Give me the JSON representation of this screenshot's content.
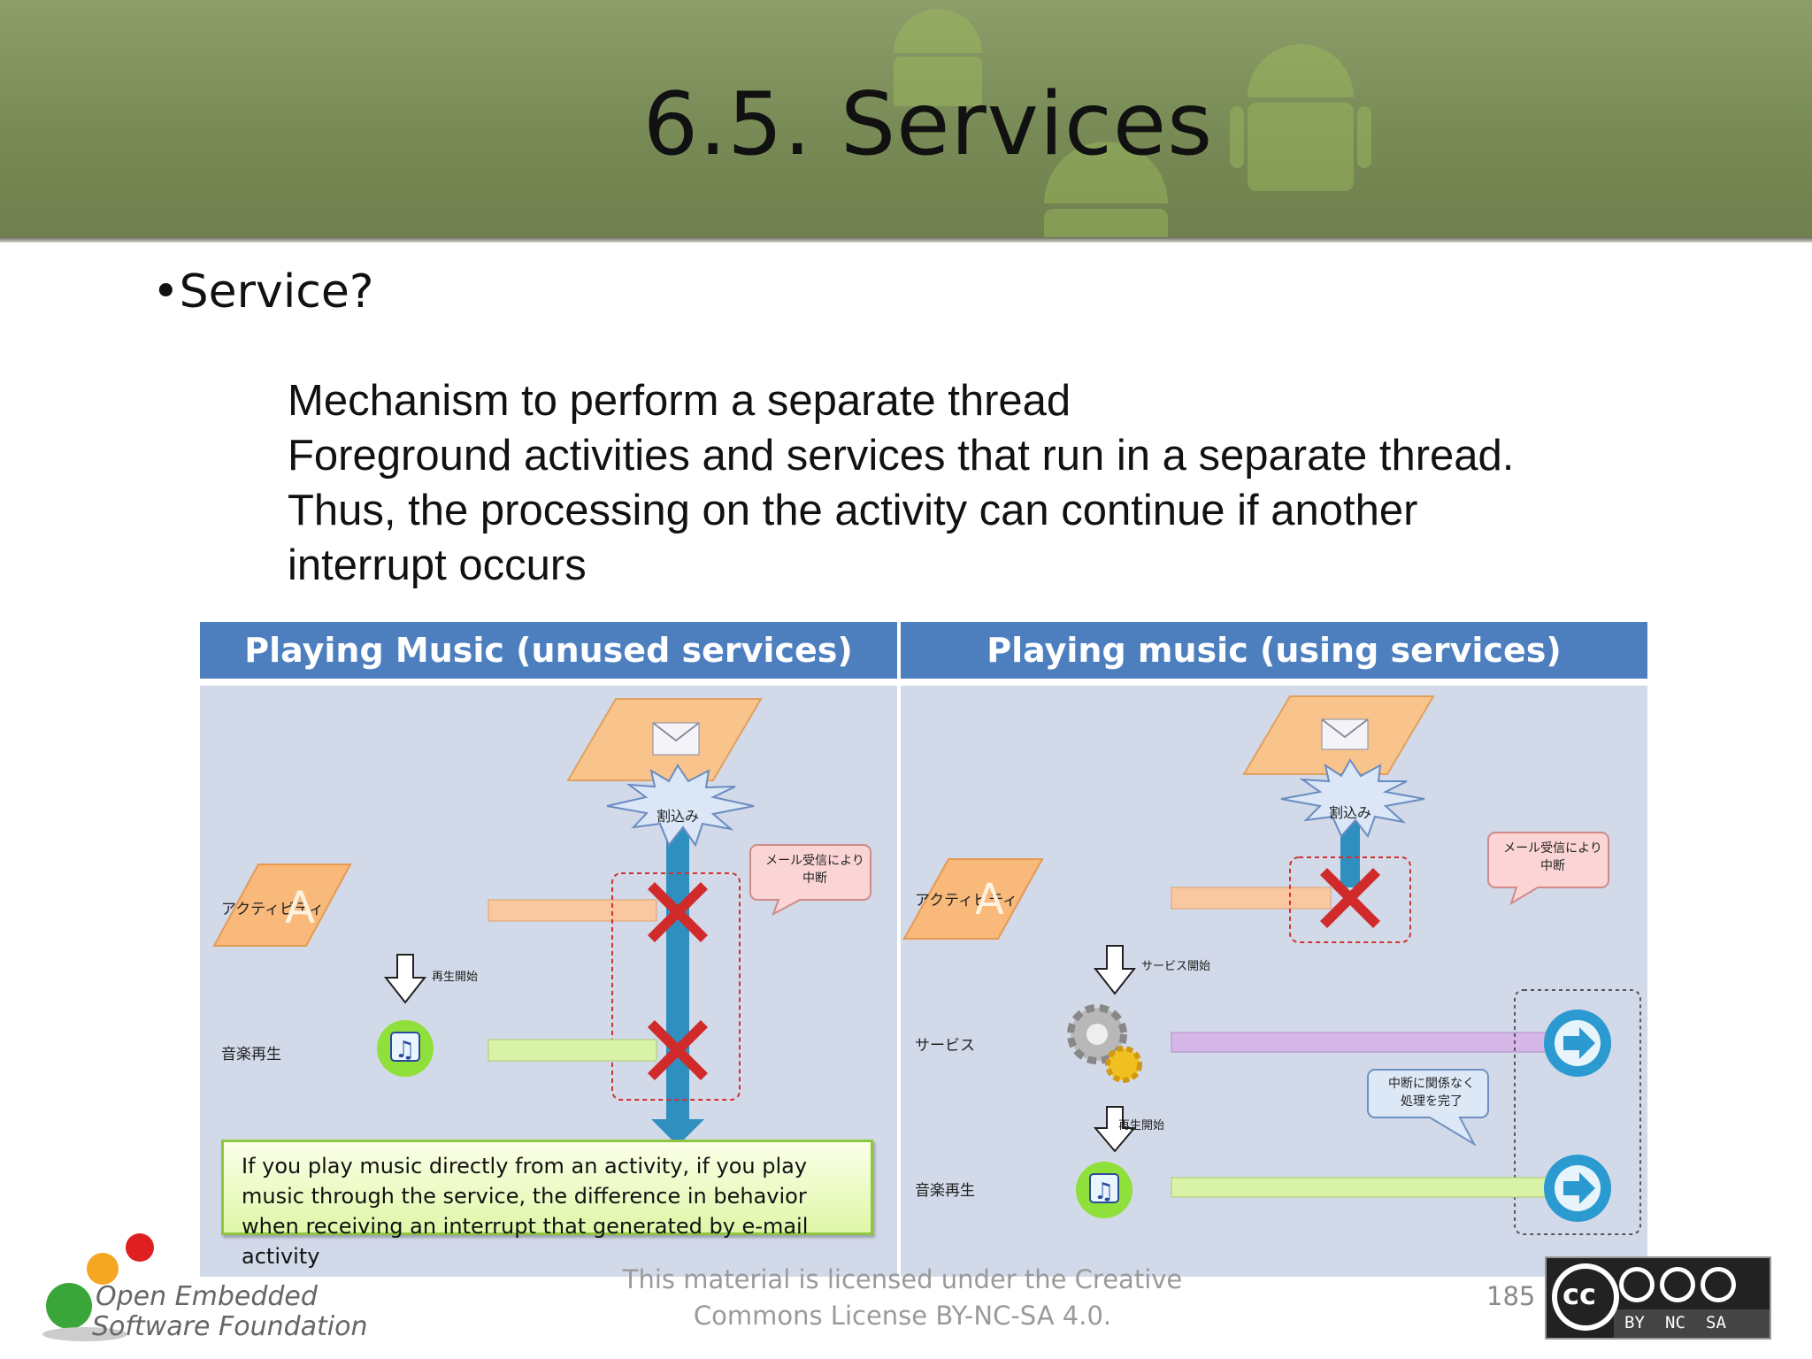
{
  "slide": {
    "title": "6.5. Services",
    "bullet": "•Service?",
    "body_lines": [
      "Mechanism to perform a separate thread",
      "Foreground activities and services that run in a separate thread.",
      "Thus, the processing on the activity can continue if another",
      "interrupt occurs"
    ]
  },
  "diagram": {
    "left_header": "Playing Music (unused services)",
    "right_header": "Playing music (using services)",
    "left": {
      "interrupt": "割込み",
      "activity_label": "アクティビティ",
      "activity_icon_letter": "A",
      "music_label": "音楽再生",
      "play_start": "再生開始",
      "callout": [
        "メール受信により",
        "中断"
      ],
      "note": "If you play music directly from an activity, if you play music through the service, the difference in behavior when receiving an interrupt that generated by e-mail activity"
    },
    "right": {
      "interrupt": "割込み",
      "activity_label": "アクティビティ",
      "activity_icon_letter": "A",
      "service_start": "サービス開始",
      "service_label": "サービス",
      "play_start": "再生開始",
      "music_label": "音楽再生",
      "callout_top": [
        "メール受信により",
        "中断"
      ],
      "callout_mid": [
        "中断に関係なく",
        "処理を完了"
      ]
    }
  },
  "footer": {
    "logo_line1": "Open Embedded",
    "logo_line2": "Software Foundation",
    "license_line1": "This material is licensed under the Creative",
    "license_line2": "Commons License BY-NC-SA 4.0.",
    "page_number": "185",
    "cc_badge": [
      "cc",
      "BY",
      "NC",
      "SA"
    ]
  },
  "colors": {
    "header_band": "#7d8f5b",
    "table_header": "#4d7fbf",
    "panel_bg": "#d2d9e8",
    "activity_shape": "#f8b97b",
    "music_bar": "#d8f2a8",
    "service_bar": "#d7b6e8",
    "cross": "#d02a2a",
    "flow_arrow": "#2f8fbf"
  },
  "icons": [
    "android-robot-icon",
    "mail-icon",
    "starburst-icon",
    "cross-icon",
    "music-note-icon",
    "gear-icon",
    "arrow-circle-icon",
    "down-arrow-icon"
  ]
}
